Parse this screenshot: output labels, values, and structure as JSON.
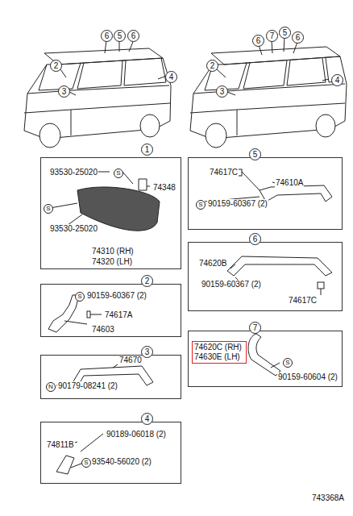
{
  "diagram": {
    "nodes": [
      {
        "text": [
          "1",
          "93530-25020",
          "S",
          "74348",
          "S",
          "93530-25020",
          "74310 (RH)",
          "74320 (LH)"
        ]
      },
      {
        "text": [
          "2",
          "S",
          "90159-60367 (2)",
          "74617A",
          "74603"
        ]
      },
      {
        "text": [
          "3",
          "74670",
          "N",
          "90179-08241 (2)"
        ]
      },
      {
        "text": [
          "4",
          "90189-06018 (2)",
          "74811B",
          "S",
          "93540-56020 (2)"
        ]
      },
      {
        "text": [
          "5",
          "74617C",
          "74610A",
          "S",
          "90159-60367 (2)"
        ]
      },
      {
        "text": [
          "6",
          "74620B",
          "90159-60367 (2)",
          "74617C"
        ]
      },
      {
        "text": [
          "7",
          "S",
          "90159-60604 (2)"
        ]
      },
      {
        "text": [
          "74620C (RH) 74630E (LH)"
        ],
        "in": 6
      }
    ],
    "labels": [
      "6",
      "5",
      "6",
      "2",
      "4",
      "3",
      "6",
      "7",
      "5",
      "6",
      "2",
      "4",
      "3",
      "743368A"
    ]
  }
}
